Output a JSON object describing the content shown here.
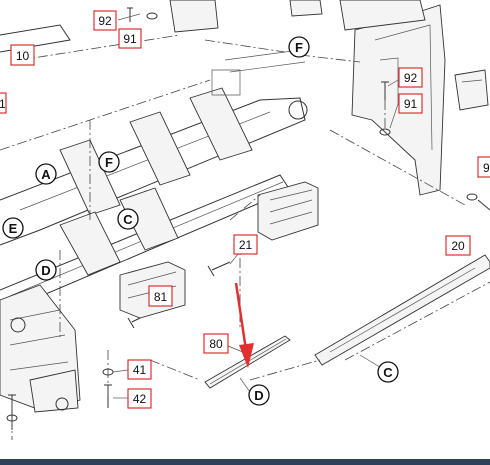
{
  "part_refs": [
    {
      "id": "ref-92-top",
      "label": "92"
    },
    {
      "id": "ref-91-top",
      "label": "91"
    },
    {
      "id": "ref-10",
      "label": "10"
    },
    {
      "id": "ref-92-right",
      "label": "92"
    },
    {
      "id": "ref-91-right",
      "label": "91"
    },
    {
      "id": "ref-9-edge",
      "label": "9"
    },
    {
      "id": "ref-21",
      "label": "21"
    },
    {
      "id": "ref-20",
      "label": "20"
    },
    {
      "id": "ref-81",
      "label": "81"
    },
    {
      "id": "ref-80",
      "label": "80"
    },
    {
      "id": "ref-41",
      "label": "41"
    },
    {
      "id": "ref-42",
      "label": "42"
    },
    {
      "id": "ref-1-edge",
      "label": "1"
    }
  ],
  "callouts": [
    {
      "id": "callout-f-top",
      "letter": "F"
    },
    {
      "id": "callout-a",
      "letter": "A"
    },
    {
      "id": "callout-f-mid",
      "letter": "F"
    },
    {
      "id": "callout-c-mid",
      "letter": "C"
    },
    {
      "id": "callout-e",
      "letter": "E"
    },
    {
      "id": "callout-d-left",
      "letter": "D"
    },
    {
      "id": "callout-c-right",
      "letter": "C"
    },
    {
      "id": "callout-d-bottom",
      "letter": "D"
    }
  ],
  "colors": {
    "ref_box_border": "#d42020",
    "arrow": "#e03030",
    "bottom_bar": "#2d4059"
  }
}
